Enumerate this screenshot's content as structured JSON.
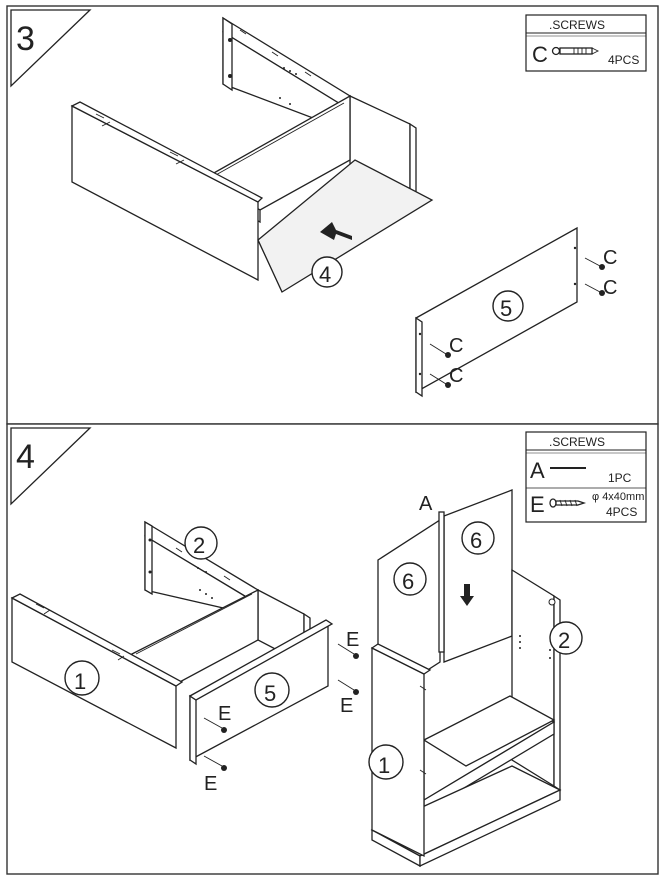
{
  "steps": [
    {
      "number": "3",
      "legend": {
        "title": ".SCREWS",
        "items": [
          {
            "letter": "C",
            "qty": "4PCS"
          }
        ]
      },
      "callouts": {
        "panel_4": "4",
        "panel_5": "5"
      },
      "screw_labels": [
        "C",
        "C",
        "C",
        "C"
      ]
    },
    {
      "number": "4",
      "legend": {
        "title": ".SCREWS",
        "items": [
          {
            "letter": "A",
            "qty": "1PC"
          },
          {
            "letter": "E",
            "spec": "φ 4x40mm",
            "qty": "4PCS"
          }
        ]
      },
      "callouts": {
        "left_2": "2",
        "left_1": "1",
        "left_5": "5",
        "right_6a": "6",
        "right_6b": "6",
        "right_2": "2",
        "right_1": "1"
      },
      "screw_labels": [
        "E",
        "E",
        "E",
        "E"
      ],
      "dowel_label": "A"
    }
  ]
}
